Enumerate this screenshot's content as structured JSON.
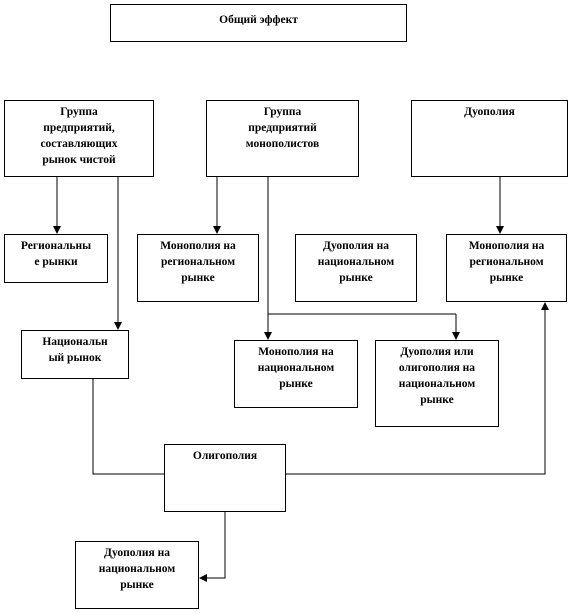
{
  "nodes": {
    "total_effect": "Общий эффект",
    "pure_market_group": "Группа\nпредприятий,\nсоставляющих\nрынок чистой",
    "monopolist_group": "Группа\nпредприятий\nмонополистов",
    "duopoly": "Дуополия",
    "regional_markets": "Региональны\nе рынки",
    "monopoly_regional_1": "Монополия на\nрегиональном\nрынке",
    "duopoly_national_1": "Дуополия на\nнациональном\nрынке",
    "monopoly_regional_2": "Монополия на\nрегиональном\nрынке",
    "national_market": "Национальн\nый рынок",
    "monopoly_national": "Монополия на\nнациональном\nрынке",
    "duopoly_or_oligopoly_national": "Дуополия или\nолигополия на\nнациональном\nрынке",
    "oligopoly": "Олигополия",
    "duopoly_national_2": "Дуополия на\nнациональном\nрынке"
  }
}
